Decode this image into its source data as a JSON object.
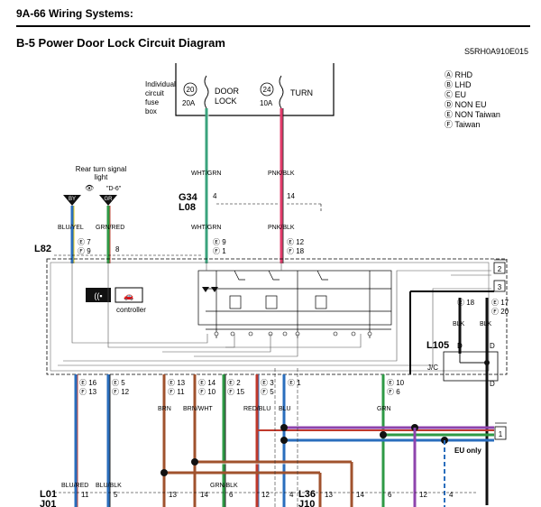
{
  "header": {
    "section": "9A-66  Wiring Systems:"
  },
  "title": "B-5 Power Door Lock Circuit Diagram",
  "doc_code": "S5RH0A910E015",
  "legend": [
    {
      "mark": "A",
      "label": "RHD"
    },
    {
      "mark": "B",
      "label": "LHD"
    },
    {
      "mark": "C",
      "label": "EU"
    },
    {
      "mark": "D",
      "label": "NON EU"
    },
    {
      "mark": "E",
      "label": "NON Taiwan"
    },
    {
      "mark": "F",
      "label": "Taiwan"
    }
  ],
  "fuse_box": {
    "label_lines": [
      "Individual",
      "circuit",
      "fuse",
      "box"
    ],
    "fuses": [
      {
        "number": "20",
        "rating": "20A",
        "name_lines": [
          "DOOR",
          "LOCK"
        ]
      },
      {
        "number": "24",
        "rating": "10A",
        "name_lines": [
          "TURN"
        ]
      }
    ]
  },
  "rear_light": {
    "label_lines": [
      "Rear turn signal",
      "light"
    ],
    "ref": "\"D-6\"",
    "pins": [
      "BY",
      "GR"
    ]
  },
  "wire_colors": {
    "wht_grn": "WHT/GRN",
    "pnk_blk": "PNK/BLK",
    "blu_yel": "BLU/YEL",
    "grn_red": "GRN/RED",
    "blk": "BLK",
    "brn": "BRN",
    "brn_wht": "BRN/WHT",
    "red_blu": "RED/BLU",
    "blu": "BLU",
    "grn": "GRN",
    "blu_red": "BLU/RED",
    "blu_blk": "BLU/BLK",
    "grn_blk": "GRN/BLK"
  },
  "connectors": {
    "g34": "G34",
    "l08": "L08",
    "l82": "L82",
    "l105": "L105",
    "jc": "J/C",
    "l01": "L01",
    "j01": "J01",
    "l36": "L36",
    "j10": "J10"
  },
  "pins_text": {
    "p4": "4",
    "p14": "14",
    "p8": "8",
    "p9": "9",
    "p1": "1",
    "p12": "12",
    "p18": "18",
    "p7": "7",
    "p17": "17",
    "p20": "20",
    "p16": "16",
    "p13": "13",
    "p5": "5",
    "p11": "11",
    "p10": "10",
    "p2": "2",
    "p15": "15",
    "p3": "3",
    "p6": "6",
    "d": "D"
  },
  "controller_label": "controller",
  "side_tags": [
    "2",
    "3",
    "1"
  ],
  "eu_only": "EU only",
  "colors": {
    "wht_grn": "#3aa37d",
    "pink": "#e23a6a",
    "blue": "#2a6ebd",
    "green": "#2e9a45",
    "brown": "#a0522d",
    "red": "#c0392b",
    "purple": "#8e44ad",
    "black": "#111111"
  }
}
